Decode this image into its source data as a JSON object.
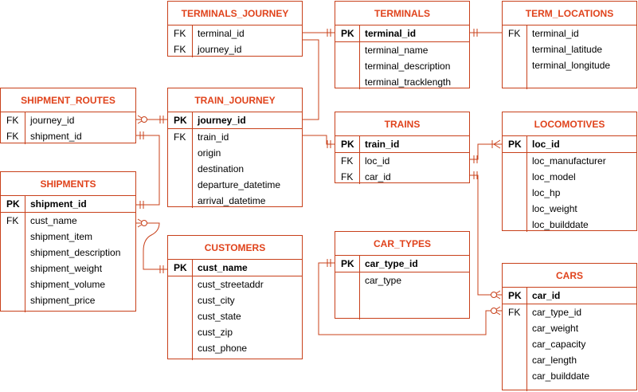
{
  "colors": {
    "line": "#c8401a",
    "title": "#e0431c",
    "text": "#000000"
  },
  "entities": {
    "terminals_journey": {
      "title": "TERMINALS_JOURNEY",
      "rows": [
        {
          "key": "FK",
          "field": "terminal_id"
        },
        {
          "key": "FK",
          "field": "journey_id"
        }
      ]
    },
    "terminals": {
      "title": "TERMINALS",
      "rows": [
        {
          "key": "PK",
          "field": "terminal_id"
        },
        {
          "key": "",
          "field": "terminal_name"
        },
        {
          "key": "",
          "field": "terminal_description"
        },
        {
          "key": "",
          "field": "terminal_tracklength"
        }
      ]
    },
    "term_locations": {
      "title": "TERM_LOCATIONS",
      "rows": [
        {
          "key": "FK",
          "field": "terminal_id"
        },
        {
          "key": "",
          "field": "terminal_latitude"
        },
        {
          "key": "",
          "field": "terminal_longitude"
        }
      ]
    },
    "shipment_routes": {
      "title": "SHIPMENT_ROUTES",
      "rows": [
        {
          "key": "FK",
          "field": "journey_id"
        },
        {
          "key": "FK",
          "field": "shipment_id"
        }
      ]
    },
    "train_journey": {
      "title": "TRAIN_JOURNEY",
      "rows": [
        {
          "key": "PK",
          "field": "journey_id"
        },
        {
          "key": "FK",
          "field": "train_id"
        },
        {
          "key": "",
          "field": "origin"
        },
        {
          "key": "",
          "field": "destination"
        },
        {
          "key": "",
          "field": "departure_datetime"
        },
        {
          "key": "",
          "field": "arrival_datetime"
        }
      ]
    },
    "trains": {
      "title": "TRAINS",
      "rows": [
        {
          "key": "PK",
          "field": "train_id"
        },
        {
          "key": "FK",
          "field": "loc_id"
        },
        {
          "key": "FK",
          "field": "car_id"
        }
      ]
    },
    "locomotives": {
      "title": "LOCOMOTIVES",
      "rows": [
        {
          "key": "PK",
          "field": "loc_id"
        },
        {
          "key": "",
          "field": "loc_manufacturer"
        },
        {
          "key": "",
          "field": "loc_model"
        },
        {
          "key": "",
          "field": "loc_hp"
        },
        {
          "key": "",
          "field": "loc_weight"
        },
        {
          "key": "",
          "field": "loc_builddate"
        }
      ]
    },
    "shipments": {
      "title": "SHIPMENTS",
      "rows": [
        {
          "key": "PK",
          "field": "shipment_id"
        },
        {
          "key": "FK",
          "field": "cust_name"
        },
        {
          "key": "",
          "field": "shipment_item"
        },
        {
          "key": "",
          "field": "shipment_description"
        },
        {
          "key": "",
          "field": "shipment_weight"
        },
        {
          "key": "",
          "field": "shipment_volume"
        },
        {
          "key": "",
          "field": "shipment_price"
        }
      ]
    },
    "customers": {
      "title": "CUSTOMERS",
      "rows": [
        {
          "key": "PK",
          "field": "cust_name"
        },
        {
          "key": "",
          "field": "cust_streetaddr"
        },
        {
          "key": "",
          "field": "cust_city"
        },
        {
          "key": "",
          "field": "cust_state"
        },
        {
          "key": "",
          "field": "cust_zip"
        },
        {
          "key": "",
          "field": "cust_phone"
        }
      ]
    },
    "car_types": {
      "title": "CAR_TYPES",
      "rows": [
        {
          "key": "PK",
          "field": "car_type_id"
        },
        {
          "key": "",
          "field": "car_type"
        }
      ]
    },
    "cars": {
      "title": "CARS",
      "rows": [
        {
          "key": "PK",
          "field": "car_id"
        },
        {
          "key": "FK",
          "field": "car_type_id"
        },
        {
          "key": "",
          "field": "car_weight"
        },
        {
          "key": "",
          "field": "car_capacity"
        },
        {
          "key": "",
          "field": "car_length"
        },
        {
          "key": "",
          "field": "car_builddate"
        }
      ]
    }
  }
}
